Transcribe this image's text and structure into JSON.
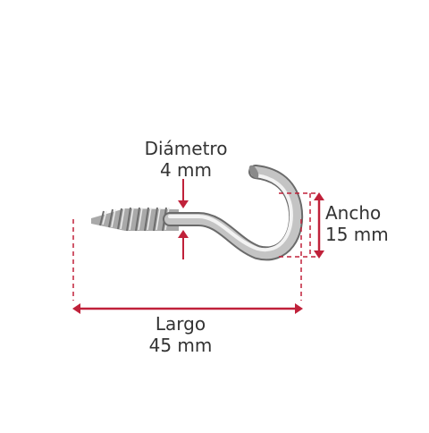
{
  "colors": {
    "dimension": "#c0213a",
    "metal_light": "#e8e8e8",
    "metal_mid": "#b5b5b5",
    "metal_dark": "#6e6e6e",
    "text": "#333333"
  },
  "icons": {
    "hook": "screw-hook-icon"
  },
  "dimensions": {
    "diameter": {
      "label": "Diámetro",
      "value": "4 mm"
    },
    "width": {
      "label": "Ancho",
      "value": "15 mm"
    },
    "length": {
      "label": "Largo",
      "value": "45 mm"
    }
  }
}
